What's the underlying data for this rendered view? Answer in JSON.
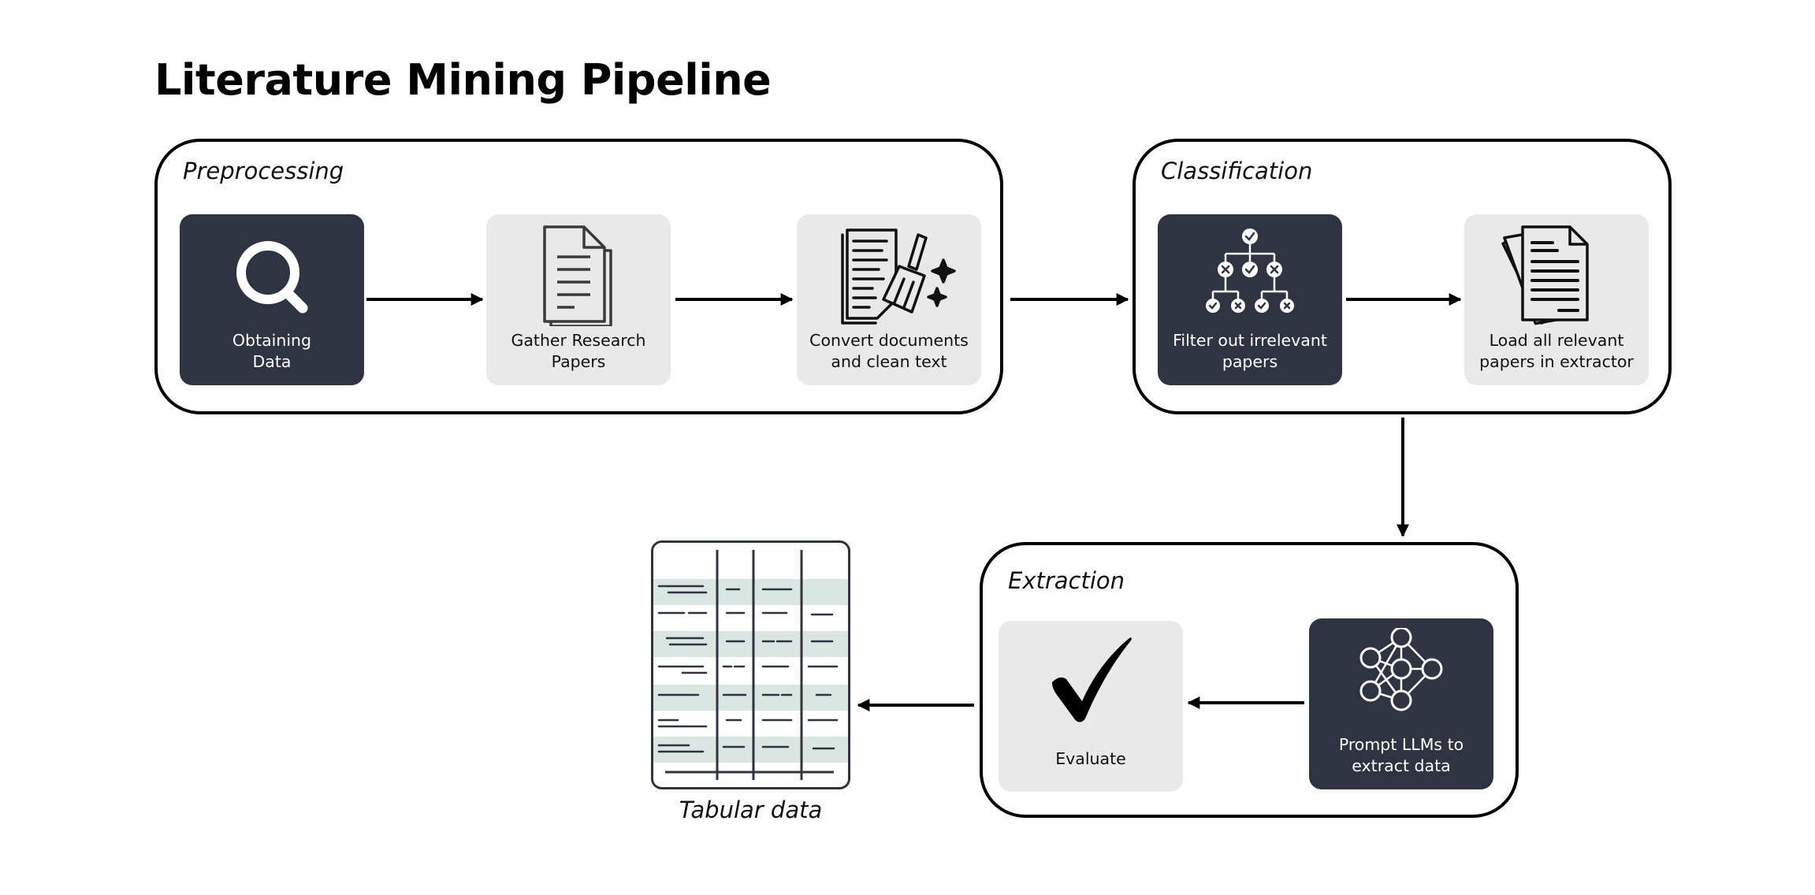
{
  "title": "Literature Mining Pipeline",
  "groups": {
    "preprocessing": {
      "label": "Preprocessing",
      "steps": [
        {
          "label": "Obtaining\nData",
          "icon": "magnifier-icon",
          "style": "dark"
        },
        {
          "label": "Gather Research\nPapers",
          "icon": "document-icon",
          "style": "light"
        },
        {
          "label": "Convert documents\nand clean text",
          "icon": "document-broom-icon",
          "style": "light"
        }
      ]
    },
    "classification": {
      "label": "Classification",
      "steps": [
        {
          "label": "Filter out irrelevant\npapers",
          "icon": "decision-tree-icon",
          "style": "dark"
        },
        {
          "label": "Load all relevant\npapers in extractor",
          "icon": "document-stack-icon",
          "style": "light"
        }
      ]
    },
    "extraction": {
      "label": "Extraction",
      "steps": [
        {
          "label": "Evaluate",
          "icon": "checkmark-icon",
          "style": "light"
        },
        {
          "label": "Prompt LLMs to\nextract data",
          "icon": "neural-network-icon",
          "style": "dark"
        }
      ]
    }
  },
  "output": {
    "caption": "Tabular data",
    "icon": "table-icon"
  },
  "colors": {
    "dark_card": "#2f3342",
    "light_card": "#e9e9ea",
    "table_stripe": "#dbe6e2",
    "stroke": "#000000"
  }
}
